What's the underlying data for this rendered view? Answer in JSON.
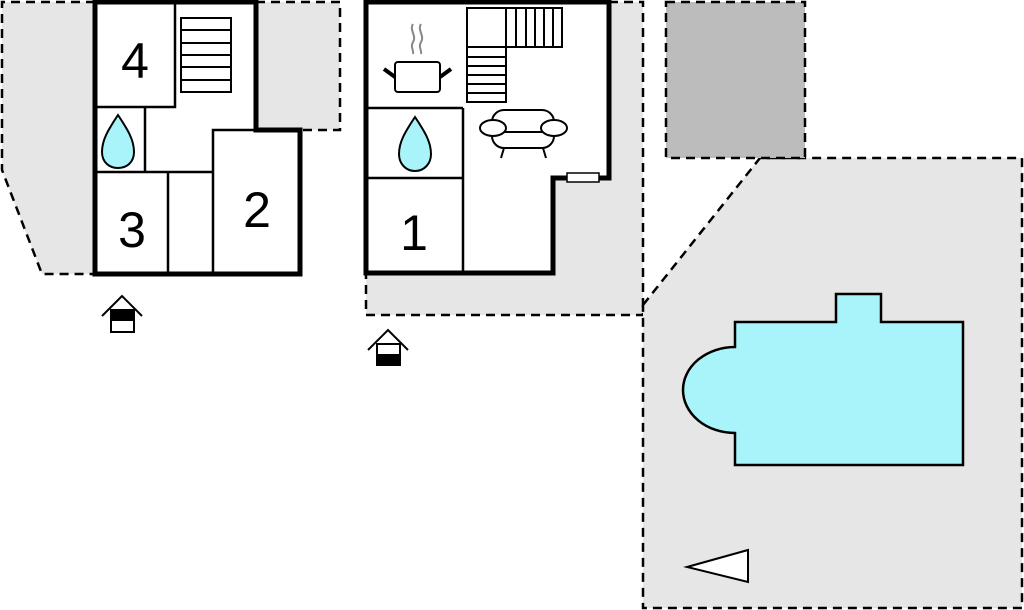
{
  "rooms": {
    "r1": "1",
    "r2": "2",
    "r3": "3",
    "r4": "4"
  },
  "colors": {
    "water": "#a8f4fa",
    "grey_area": "#e6e6e6",
    "garage": "#bcbcbc"
  }
}
